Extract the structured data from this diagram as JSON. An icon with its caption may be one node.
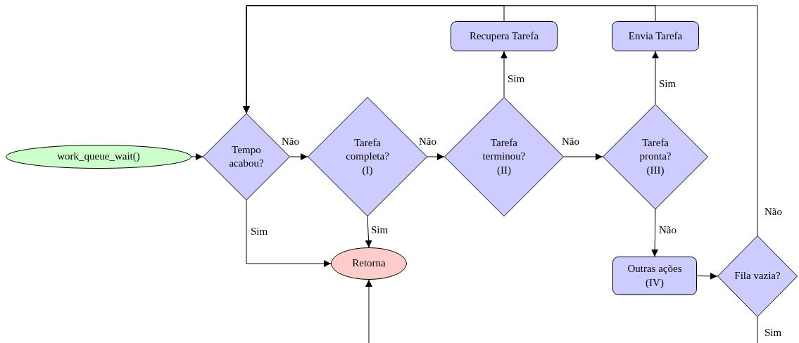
{
  "diagram": {
    "nodes": [
      {
        "text": [
          "work_queue_wait()"
        ]
      },
      {
        "text": [
          "Tempo acabou?"
        ]
      },
      {
        "text": [
          "Tarefa completa? (I)"
        ]
      },
      {
        "text": [
          "Tarefa terminou? (II)"
        ]
      },
      {
        "text": [
          "Tarefa pronta? (III)"
        ]
      },
      {
        "text": [
          "Recupera Tarefa"
        ]
      },
      {
        "text": [
          "Envia Tarefa"
        ]
      },
      {
        "text": [
          "Retorna"
        ]
      },
      {
        "text": [
          "Outras ações (IV)"
        ]
      },
      {
        "text": [
          "Fila vazia?"
        ]
      }
    ],
    "edges": [
      {
        "from": 0,
        "to": 1,
        "arrow": "to"
      },
      {
        "from": 1,
        "to": 2,
        "arrow": "to",
        "label": "Não"
      },
      {
        "from": 2,
        "to": 3,
        "arrow": "to",
        "label": "Não"
      },
      {
        "from": 3,
        "to": 4,
        "arrow": "to",
        "label": "Não"
      },
      {
        "from": 1,
        "to": 7,
        "arrow": "to",
        "label": "Sim"
      },
      {
        "from": 2,
        "to": 7,
        "arrow": "to",
        "label": "Sim"
      },
      {
        "from": 3,
        "to": 5,
        "arrow": "to",
        "label": "Sim"
      },
      {
        "from": 4,
        "to": 6,
        "arrow": "to",
        "label": "Sim"
      },
      {
        "from": 4,
        "to": 8,
        "arrow": "to",
        "label": "Não"
      },
      {
        "from": 8,
        "to": 9,
        "arrow": "to"
      },
      {
        "from": 5,
        "to": 1,
        "arrow": "to"
      },
      {
        "from": 6,
        "to": 1,
        "arrow": "to"
      },
      {
        "from": 9,
        "to": 1,
        "arrow": "to",
        "label": "Não"
      },
      {
        "from": 9,
        "to": null,
        "arrow": "none",
        "label": "Sim"
      },
      {
        "from": null,
        "to": 7,
        "arrow": "to"
      }
    ]
  }
}
